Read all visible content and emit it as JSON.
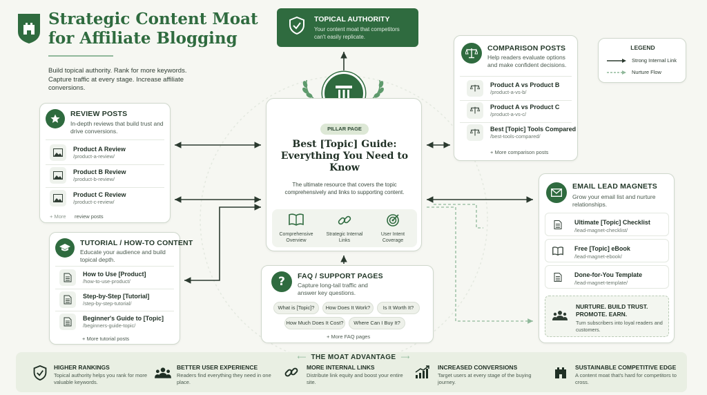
{
  "header": {
    "title_line1": "Strategic Content Moat",
    "title_line2": "for Affiliate Blogging",
    "subtitle": "Build topical authority. Rank for more keywords. Capture traffic at every stage. Increase affiliate conversions."
  },
  "topical_authority": {
    "title": "TOPICAL AUTHORITY",
    "desc": "Your content moat that competitors can't easily replicate."
  },
  "legend": {
    "title": "LEGEND",
    "strong": "Strong Internal Link",
    "nurture": "Nurture Flow"
  },
  "pillar": {
    "badge": "PILLAR PAGE",
    "title": "Best [Topic] Guide: Everything You Need to Know",
    "desc": "The ultimate resource that covers the topic comprehensively and links to supporting content.",
    "features": [
      {
        "label": "Comprehensive Overview",
        "icon": "book-icon"
      },
      {
        "label": "Strategic Internal Links",
        "icon": "link-icon"
      },
      {
        "label": "User Intent Coverage",
        "icon": "target-icon"
      }
    ]
  },
  "review": {
    "title": "REVIEW POSTS",
    "desc": "In-depth reviews that build trust and drive conversions.",
    "items": [
      {
        "title": "Product A Review",
        "url": "/product-a-review/"
      },
      {
        "title": "Product B Review",
        "url": "/product-b-review/"
      },
      {
        "title": "Product C Review",
        "url": "/product-c-review/"
      }
    ],
    "more_left": "+ More",
    "more_right": "review posts"
  },
  "tutorial": {
    "title": "TUTORIAL / HOW-TO CONTENT",
    "desc": "Educate your audience and build topical depth.",
    "items": [
      {
        "title": "How to Use [Product]",
        "url": "/how-to-use-product/"
      },
      {
        "title": "Step-by-Step [Tutorial]",
        "url": "/step-by-step-tutorial/"
      },
      {
        "title": "Beginner's Guide to [Topic]",
        "url": "/beginners-guide-topic/"
      }
    ],
    "more": "+ More tutorial posts"
  },
  "faq": {
    "title": "FAQ / SUPPORT PAGES",
    "desc": "Capture long-tail traffic and answer key questions.",
    "chips": [
      "What is [Topic]?",
      "How Does It Work?",
      "Is It Worth It?",
      "How Much Does It Cost?",
      "Where Can I Buy It?"
    ],
    "more": "+ More FAQ pages"
  },
  "comparison": {
    "title": "COMPARISON POSTS",
    "desc": "Help readers evaluate options and make confident decisions.",
    "items": [
      {
        "title": "Product A vs Product B",
        "url": "/product-a-vs-b/"
      },
      {
        "title": "Product A vs Product C",
        "url": "/product-a-vs-c/"
      },
      {
        "title": "Best [Topic] Tools Compared",
        "url": "/best-tools-compared/"
      }
    ],
    "more": "+ More comparison posts"
  },
  "email": {
    "title": "EMAIL LEAD MAGNETS",
    "desc": "Grow your email list and nurture relationships.",
    "items": [
      {
        "title": "Ultimate [Topic] Checklist",
        "url": "/lead-magnet-checklist/"
      },
      {
        "title": "Free [Topic] eBook",
        "url": "/lead-magnet-ebook/"
      },
      {
        "title": "Done-for-You Template",
        "url": "/lead-magnet-template/"
      }
    ],
    "nurture_title": "NURTURE. BUILD TRUST. PROMOTE. EARN.",
    "nurture_desc": "Turn subscribers into loyal readers and customers."
  },
  "advantage": {
    "title": "THE MOAT ADVANTAGE",
    "items": [
      {
        "title": "HIGHER RANKINGS",
        "desc": "Topical authority helps you rank for more valuable keywords."
      },
      {
        "title": "BETTER USER EXPERIENCE",
        "desc": "Readers find everything they need in one place."
      },
      {
        "title": "MORE INTERNAL LINKS",
        "desc": "Distribute link equity and boost your entire site."
      },
      {
        "title": "INCREASED CONVERSIONS",
        "desc": "Target users at every stage of the buying journey."
      },
      {
        "title": "SUSTAINABLE COMPETITIVE EDGE",
        "desc": "A content moat that's hard for competitors to cross."
      }
    ]
  },
  "colors": {
    "primary": "#2f6b3f",
    "background": "#f6f7f2",
    "card_border": "#cfd8cc"
  }
}
